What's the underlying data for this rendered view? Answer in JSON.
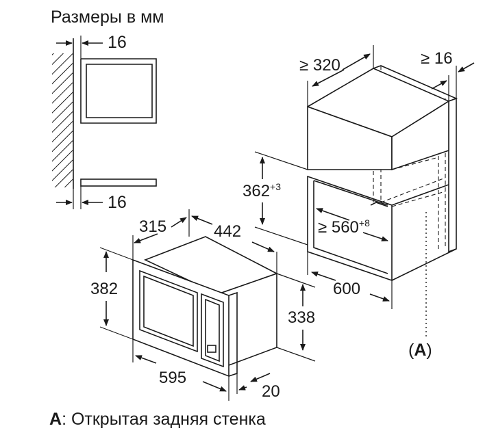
{
  "header": {
    "title": "Размеры в мм"
  },
  "side_view": {
    "top_dim": "16",
    "bottom_dim": "16"
  },
  "appliance": {
    "depth": "315",
    "width": "442",
    "height": "382",
    "inner_height": "338",
    "front_width": "595",
    "front_depth": "20"
  },
  "cabinet": {
    "min_depth": "≥ 320",
    "min_side": "≥ 16",
    "niche_height": "362",
    "niche_height_tol": "+3",
    "niche_width": "≥ 560",
    "niche_width_tol": "+8",
    "outer_width": "600",
    "marker": "A"
  },
  "footnote": {
    "key": "A",
    "text": ": Открытая задняя стенка"
  }
}
